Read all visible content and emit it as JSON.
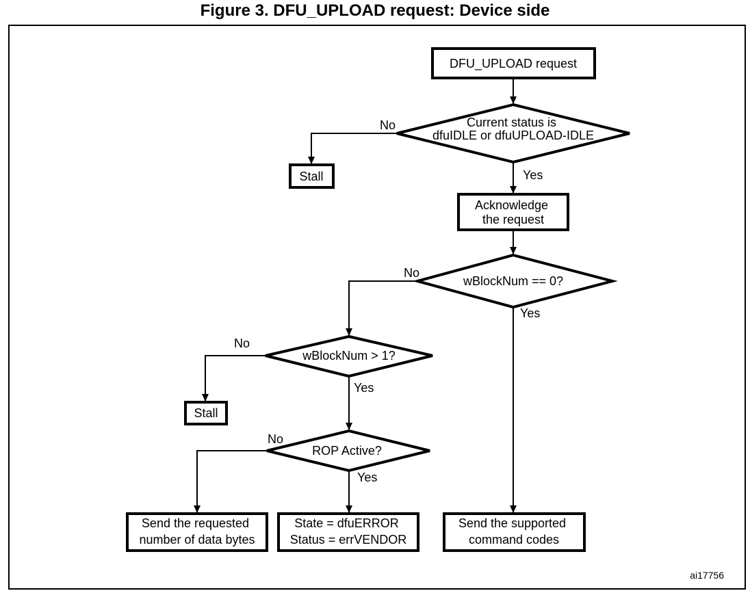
{
  "figure_title": "Figure 3. DFU_UPLOAD request: Device side",
  "figure_ref": "ai17756",
  "nodes": {
    "start": {
      "lines": [
        "DFU_UPLOAD request"
      ]
    },
    "status_check": {
      "lines": [
        "Current status is",
        "dfuIDLE or dfuUPLOAD-IDLE"
      ]
    },
    "stall_1": {
      "lines": [
        "Stall"
      ]
    },
    "acknowledge": {
      "lines": [
        "Acknowledge",
        "the request"
      ]
    },
    "block_zero_check": {
      "lines": [
        "wBlockNum == 0?"
      ]
    },
    "block_gt1_check": {
      "lines": [
        "wBlockNum > 1?"
      ]
    },
    "stall_2": {
      "lines": [
        "Stall"
      ]
    },
    "rop_check": {
      "lines": [
        "ROP Active?"
      ]
    },
    "send_data": {
      "lines": [
        "Send the requested",
        "number of data bytes"
      ]
    },
    "state_error": {
      "lines": [
        "State = dfuERROR",
        "Status = errVENDOR"
      ]
    },
    "send_codes": {
      "lines": [
        "Send the supported",
        "command codes"
      ]
    }
  },
  "labels": {
    "status_no": "No",
    "status_yes": "Yes",
    "block_zero_no": "No",
    "block_zero_yes": "Yes",
    "block_gt1_no": "No",
    "block_gt1_yes": "Yes",
    "rop_no": "No",
    "rop_yes": "Yes"
  }
}
